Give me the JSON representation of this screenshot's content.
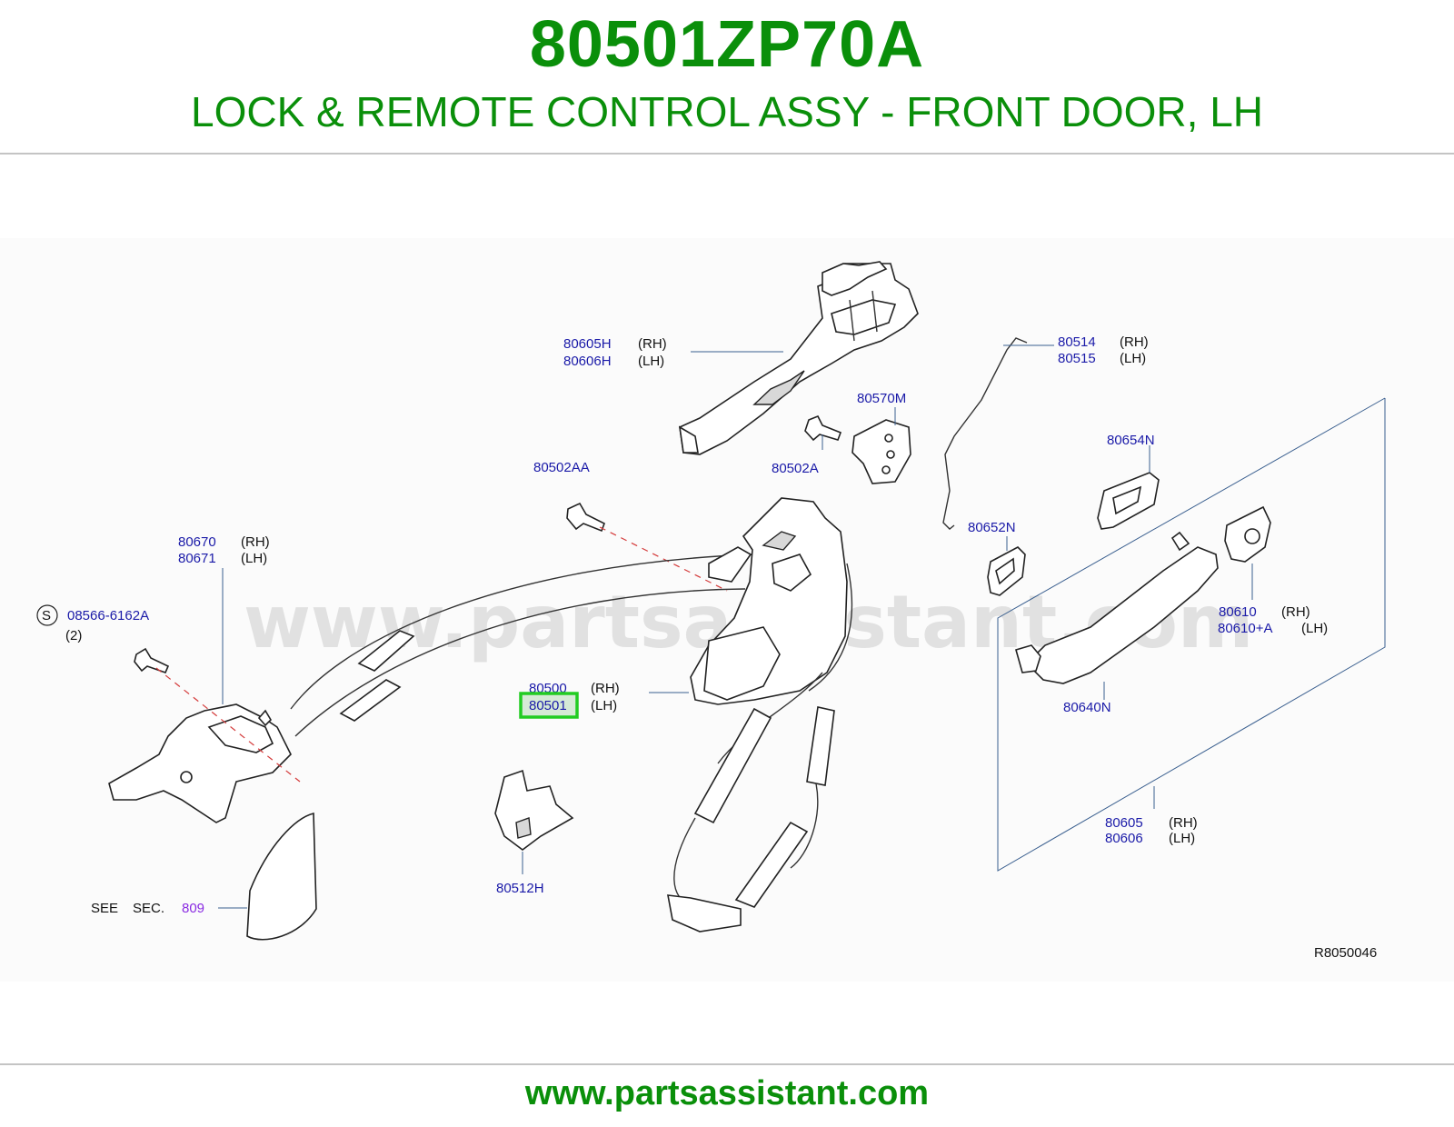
{
  "header": {
    "part_number": "80501ZP70A",
    "description": "LOCK & REMOTE CONTROL ASSY - FRONT DOOR, LH"
  },
  "watermark": "www.partsassistant.com",
  "footer": {
    "url": "www.partsassistant.com"
  },
  "diagram": {
    "ref_code": "R8050046",
    "labels": {
      "p80605H": "80605H",
      "p80606H": "80606H",
      "p80514": "80514",
      "p80515": "80515",
      "p80570M": "80570M",
      "p80502A": "80502A",
      "p80502AA": "80502AA",
      "p80654N": "80654N",
      "p80652N": "80652N",
      "p80670": "80670",
      "p80671": "80671",
      "p08566": "08566-6162A",
      "s_mark": "S",
      "qty2": "(2)",
      "p80500": "80500",
      "p80501": "80501",
      "p80610": "80610",
      "p80610A": "80610+A",
      "p80640N": "80640N",
      "p80605": "80605",
      "p80606": "80606",
      "p80512H": "80512H",
      "see": "SEE",
      "sec": "SEC.",
      "sec_num": "809",
      "rh": "(RH)",
      "lh": "(LH)"
    },
    "highlight_color": "#22cc22",
    "label_color": "#1a1aa8"
  }
}
